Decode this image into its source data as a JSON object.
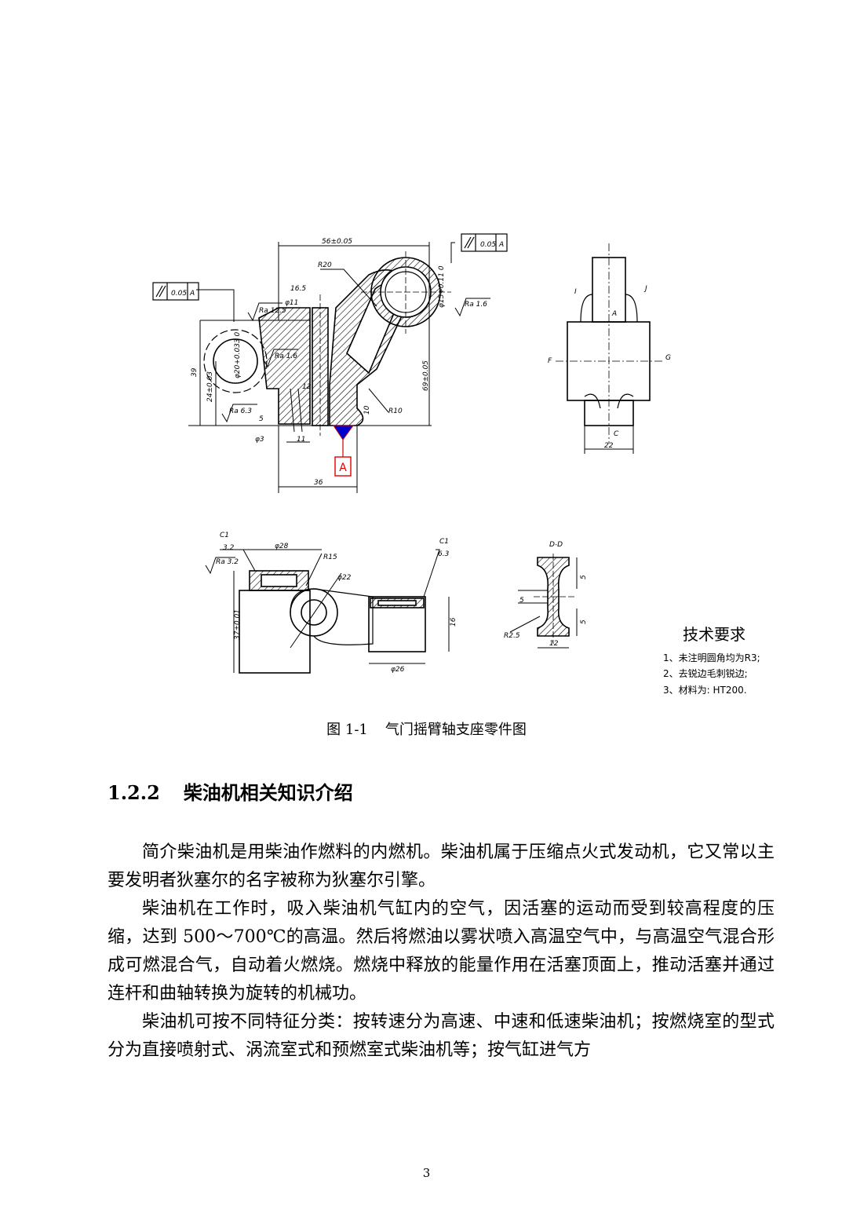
{
  "figure": {
    "dims": {
      "d56": "56±0.05",
      "r20": "R20",
      "tol_top": "0.05",
      "datum_top": "A",
      "tol_left": "0.05",
      "datum_left": "A",
      "d16_5": "16.5",
      "phi11": "φ11",
      "ra12_5": "Ra 12.5",
      "ra1_6_right": "Ra 1.6",
      "phi15": "φ15+0.11 0",
      "ra1_6": "Ra 1.6",
      "d39": "39",
      "d24": "24±0.03",
      "phi20": "φ20+0.033 0",
      "d69": "69±0.05",
      "ra6_3": "Ra 6.3",
      "phi3": "φ3",
      "d5": "5",
      "d11": "11",
      "d10": "10",
      "r10": "R10",
      "d12": "12",
      "d36": "36",
      "datum_box": "A",
      "side_I": "I",
      "side_J": "J",
      "side_A": "A",
      "side_F": "F",
      "side_G": "G",
      "side_C": "C",
      "side_22": "22",
      "c1_left": "C1",
      "ra32_left": "3.2",
      "ra_left": "Ra 3.2",
      "phi28": "φ28",
      "r15": "R15",
      "phi22": "φ22",
      "c1_right": "C1",
      "ra_right": "6.3",
      "d37": "37±0.01",
      "d16": "16",
      "phi26": "φ26",
      "section": "D-D",
      "s5a": "5",
      "s5b": "5",
      "s5c": "5",
      "r2_5": "R2.5",
      "s12": "12"
    },
    "tech_title": "技术要求",
    "tech_items": [
      "1、未注明圆角均为R3;",
      "2、去锐边毛刺锐边;",
      "3、材料为: HT200."
    ]
  },
  "caption": {
    "number": "图 1-1",
    "text": "气门摇臂轴支座零件图"
  },
  "section": {
    "number": "1.2.2",
    "title": "柴油机相关知识介绍"
  },
  "paragraphs": [
    "简介柴油机是用柴油作燃料的内燃机。柴油机属于压缩点火式发动机，它又常以主要发明者狄塞尔的名字被称为狄塞尔引擎。",
    "柴油机在工作时，吸入柴油机气缸内的空气，因活塞的运动而受到较高程度的压缩，达到 500～700℃的高温。然后将燃油以雾状喷入高温空气中，与高温空气混合形成可燃混合气，自动着火燃烧。燃烧中释放的能量作用在活塞顶面上，推动活塞并通过连杆和曲轴转换为旋转的机械功。",
    "柴油机可按不同特征分类：按转速分为高速、中速和低速柴油机；按燃烧室的型式分为直接喷射式、涡流室式和预燃室式柴油机等；按气缸进气方"
  ],
  "page_number": "3",
  "colors": {
    "datum_triangle": "#0000cc",
    "datum_box": "#e00000"
  }
}
